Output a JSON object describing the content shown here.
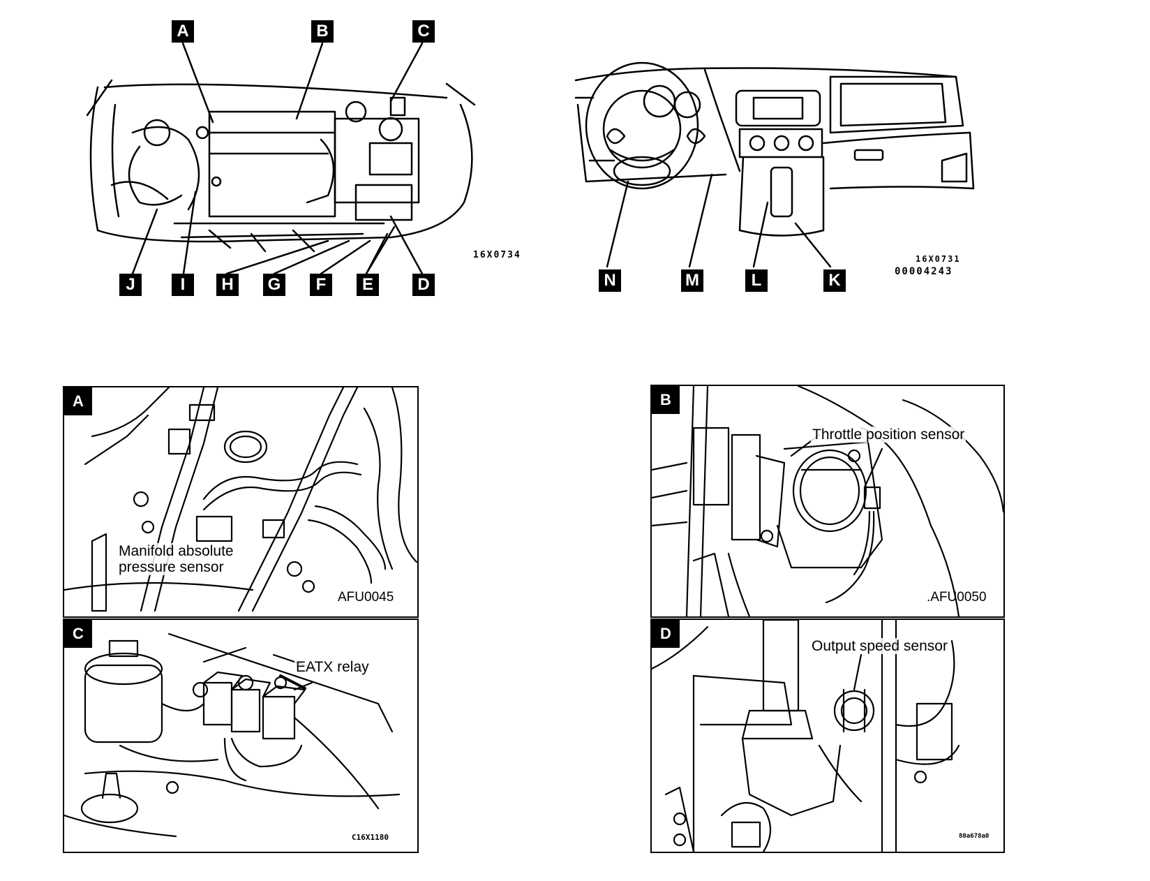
{
  "engine_view": {
    "code": "16X0734",
    "top_labels": [
      "A",
      "B",
      "C"
    ],
    "bottom_labels": [
      "J",
      "I",
      "H",
      "G",
      "F",
      "E",
      "D"
    ]
  },
  "dash_view": {
    "code_1": "16X0731",
    "code_2": "00004243",
    "labels": [
      "N",
      "M",
      "L",
      "K"
    ]
  },
  "panels": [
    {
      "letter": "A",
      "label_1": "Manifold absolute",
      "label_2": "pressure sensor",
      "code": "AFU0045"
    },
    {
      "letter": "B",
      "label_1": "Throttle position sensor",
      "code": ".AFU0050"
    },
    {
      "letter": "C",
      "label_1": "EATX relay",
      "code": "C16X1180"
    },
    {
      "letter": "D",
      "label_1": "Output speed sensor",
      "code": "80a678a0"
    }
  ]
}
